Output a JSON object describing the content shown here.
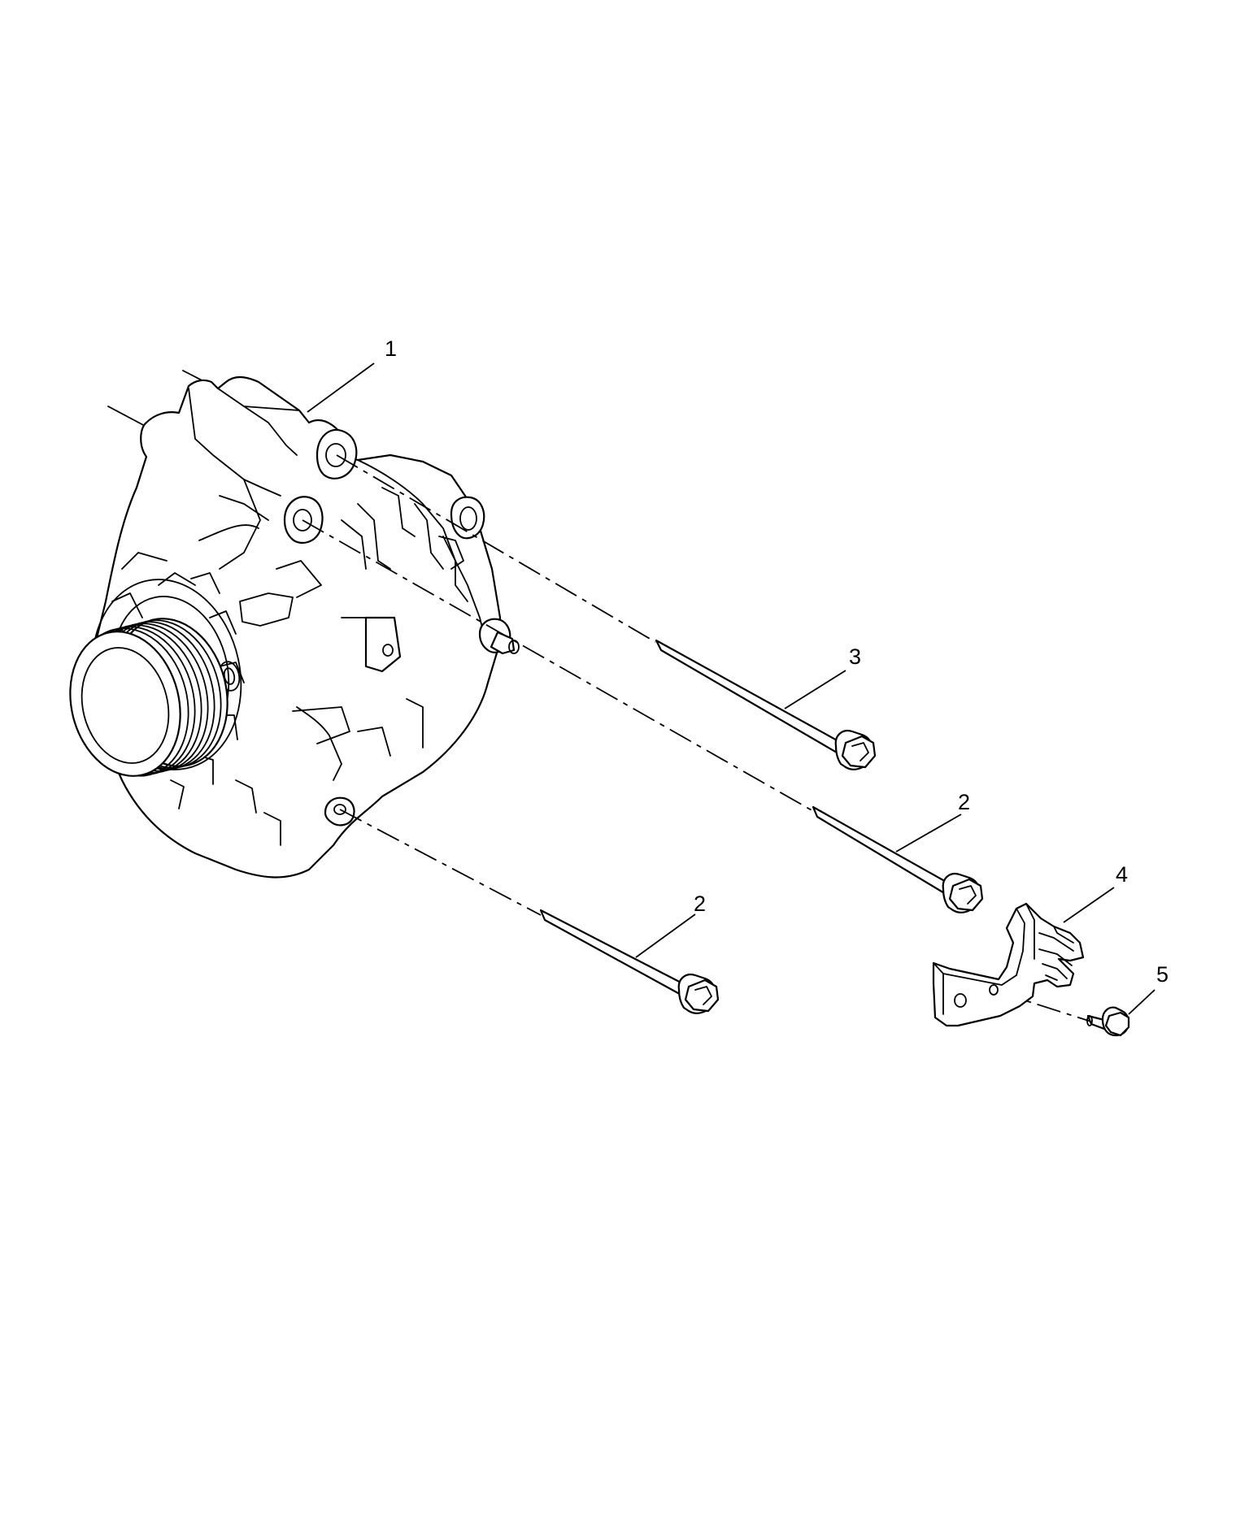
{
  "callouts": [
    {
      "id": "1",
      "part": "alternator",
      "label": "1"
    },
    {
      "id": "2a",
      "part": "bolt-middle",
      "label": "2"
    },
    {
      "id": "2b",
      "part": "bolt-lower",
      "label": "2"
    },
    {
      "id": "3",
      "part": "bolt-upper",
      "label": "3"
    },
    {
      "id": "4",
      "part": "bracket",
      "label": "4"
    },
    {
      "id": "5",
      "part": "screw",
      "label": "5"
    }
  ],
  "colors": {
    "line": "#000000",
    "background": "#ffffff"
  }
}
